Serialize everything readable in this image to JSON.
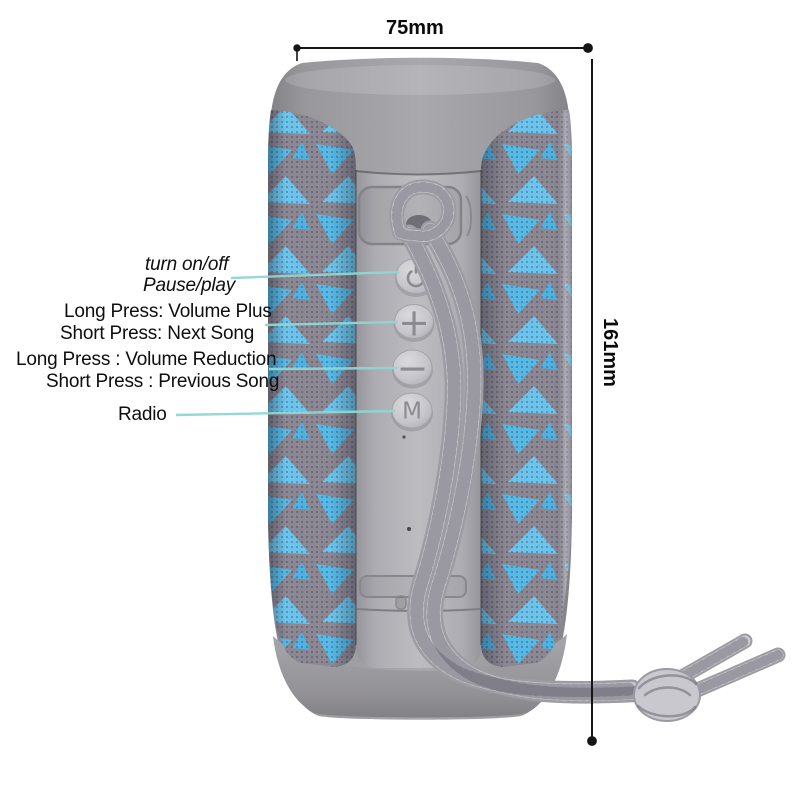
{
  "dimension_labels": {
    "width": "75mm",
    "height": "161mm"
  },
  "annotations": [
    {
      "target": "power-button",
      "style": "italic",
      "lines": [
        "turn on/off",
        "Pause/play"
      ]
    },
    {
      "target": "volume-plus-button",
      "style": "regular",
      "lines": [
        "Long Press: Volume Plus",
        "Short Press: Next Song"
      ]
    },
    {
      "target": "volume-minus-button",
      "style": "regular",
      "lines": [
        "Long Press : Volume Reduction",
        "Short Press : Previous Song"
      ]
    },
    {
      "target": "mode-button",
      "style": "regular",
      "lines": [
        "Radio"
      ]
    }
  ],
  "speaker": {
    "buttons": [
      {
        "name": "power",
        "symbol": "⏻"
      },
      {
        "name": "volume-plus",
        "symbol": "+"
      },
      {
        "name": "volume-minus",
        "symbol": "−"
      },
      {
        "name": "mode",
        "symbol": "M"
      }
    ],
    "colors": {
      "body_gray": "#9b9aa0",
      "panel_gray": "#b9b8be",
      "fabric_base_gray": "#8b8894",
      "fabric_triangle_blue": "#56b9e6",
      "rope_gray": "#cbcad0",
      "callout_line_teal": "#8fd7d1",
      "dimension_line_black": "#141414"
    }
  }
}
